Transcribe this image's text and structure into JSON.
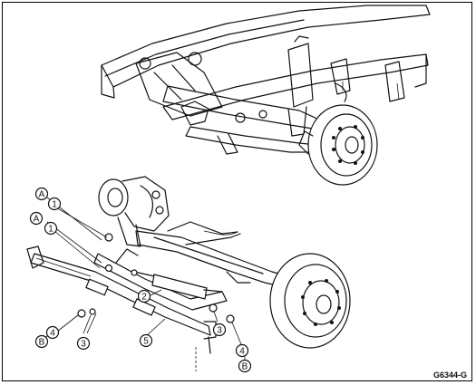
{
  "figure_code": "G6344-G",
  "callouts": [
    {
      "text": "A"
    },
    {
      "text": "1"
    },
    {
      "text": "A"
    },
    {
      "text": "1"
    },
    {
      "text": "2"
    },
    {
      "text": "3"
    },
    {
      "text": "3"
    },
    {
      "text": "4"
    },
    {
      "text": "4"
    },
    {
      "text": "5"
    },
    {
      "text": "B"
    },
    {
      "text": "B"
    }
  ]
}
